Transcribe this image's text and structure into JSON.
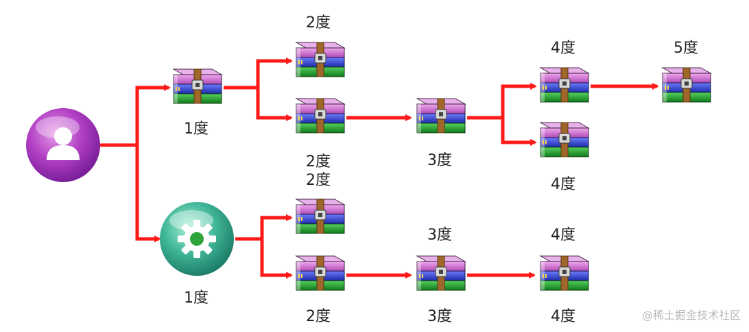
{
  "labels": {
    "n1": "1度",
    "n2": "1度",
    "n3": "2度",
    "n4": "2度",
    "n5": "3度",
    "n6": "4度",
    "n7": "5度",
    "n8": "4度",
    "n9": "2度",
    "n10": "2度",
    "n11": "3度",
    "n12": "3度",
    "n13": "4度",
    "n14": "4度"
  },
  "watermark": "@稀土掘金技术社区",
  "colors": {
    "arrow": "#ff1a1a",
    "user_circle": "#b13fc4",
    "gear_circle": "#3fb597",
    "book_pink": "#d06bcf",
    "book_blue": "#2a3fd0",
    "book_green": "#1f9a2a",
    "book_strap": "#a0672a"
  },
  "icons": {
    "root": "user-icon",
    "branch": "gear-icon",
    "node": "archive-icon"
  }
}
